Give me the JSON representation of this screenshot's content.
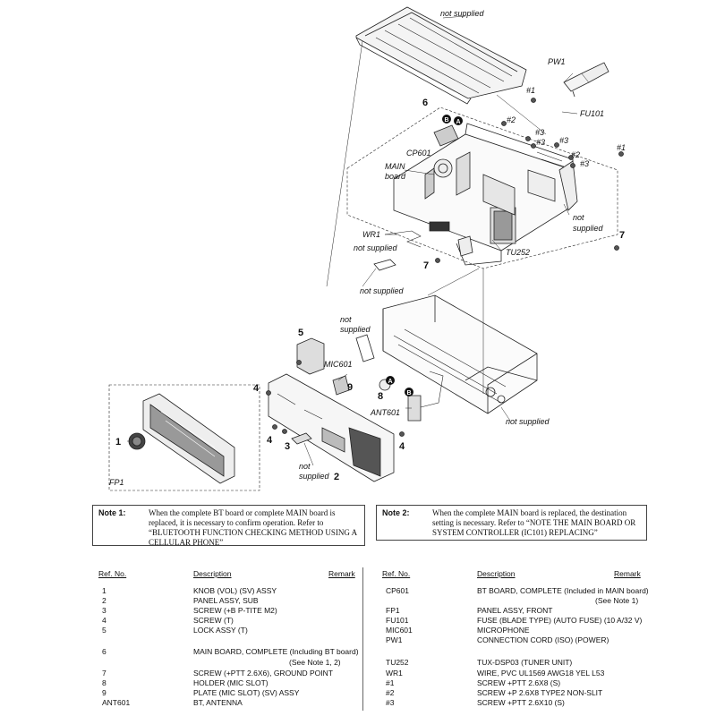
{
  "diagram": {
    "labels": {
      "not_supplied": "not supplied",
      "pw1": "PW1",
      "fu101": "FU101",
      "cp601": "CP601",
      "main_board_1": "MAIN",
      "main_board_2": "board",
      "wr1": "WR1",
      "tu252": "TU252",
      "mic601": "MIC601",
      "ant601": "ANT601",
      "fp1": "FP1",
      "not": "not",
      "supplied": "supplied"
    },
    "numbers": {
      "n1": "1",
      "n2": "2",
      "n3": "3",
      "n4": "4",
      "n5": "5",
      "n6": "6",
      "n7": "7",
      "n8": "8",
      "n9": "9"
    },
    "screws": {
      "s1": "#1",
      "s2": "#2",
      "s3": "#3"
    },
    "connectors": {
      "a": "A",
      "b": "B"
    }
  },
  "notes": {
    "note1_title": "Note 1:",
    "note1_text": "When the complete BT board or complete MAIN board is replaced, it is necessary to confirm operation. Refer to “BLUETOOTH FUNCTION CHECKING METHOD USING A CELLULAR PHONE”",
    "note2_title": "Note 2:",
    "note2_text": "When the complete MAIN board is replaced, the destination setting is necessary. Refer to “NOTE THE MAIN BOARD OR SYSTEM CONTROLLER (IC101) REPLACING”"
  },
  "parts_table": {
    "headers": {
      "ref": "Ref. No.",
      "desc": "Description",
      "remark": "Remark"
    },
    "left": [
      {
        "ref": "1",
        "desc": "KNOB (VOL) (SV) ASSY"
      },
      {
        "ref": "2",
        "desc": "PANEL ASSY, SUB"
      },
      {
        "ref": "3",
        "desc": "SCREW (+B P-TITE M2)"
      },
      {
        "ref": "4",
        "desc": "SCREW (T)"
      },
      {
        "ref": "5",
        "desc": "LOCK ASSY (T)"
      },
      {
        "ref": "6",
        "desc": "MAIN BOARD, COMPLETE (Including BT board)",
        "remark": "(See Note 1, 2)"
      },
      {
        "ref": "7",
        "desc": "SCREW (+PTT 2.6X6), GROUND POINT"
      },
      {
        "ref": "8",
        "desc": "HOLDER (MIC SLOT)"
      },
      {
        "ref": "9",
        "desc": "PLATE (MIC SLOT) (SV) ASSY"
      },
      {
        "ref": "ANT601",
        "desc": "BT, ANTENNA"
      }
    ],
    "right": [
      {
        "ref": "CP601",
        "desc": "BT BOARD, COMPLETE (Included in MAIN board)",
        "remark": "(See Note 1)"
      },
      {
        "ref": "FP1",
        "desc": "PANEL ASSY, FRONT"
      },
      {
        "ref": "FU101",
        "desc": "FUSE (BLADE TYPE) (AUTO FUSE) (10 A/32 V)"
      },
      {
        "ref": "MIC601",
        "desc": "MICROPHONE"
      },
      {
        "ref": "PW1",
        "desc": "CONNECTION CORD (ISO) (POWER)"
      },
      {
        "ref": "TU252",
        "desc": "TUX-DSP03 (TUNER UNIT)"
      },
      {
        "ref": "WR1",
        "desc": "WIRE, PVC UL1569 AWG18 YEL L53"
      },
      {
        "ref": "#1",
        "desc": "SCREW +PTT 2.6X8 (S)"
      },
      {
        "ref": "#2",
        "desc": "SCREW +P 2.6X8 TYPE2 NON-SLIT"
      },
      {
        "ref": "#3",
        "desc": "SCREW +PTT 2.6X10 (S)"
      }
    ]
  }
}
